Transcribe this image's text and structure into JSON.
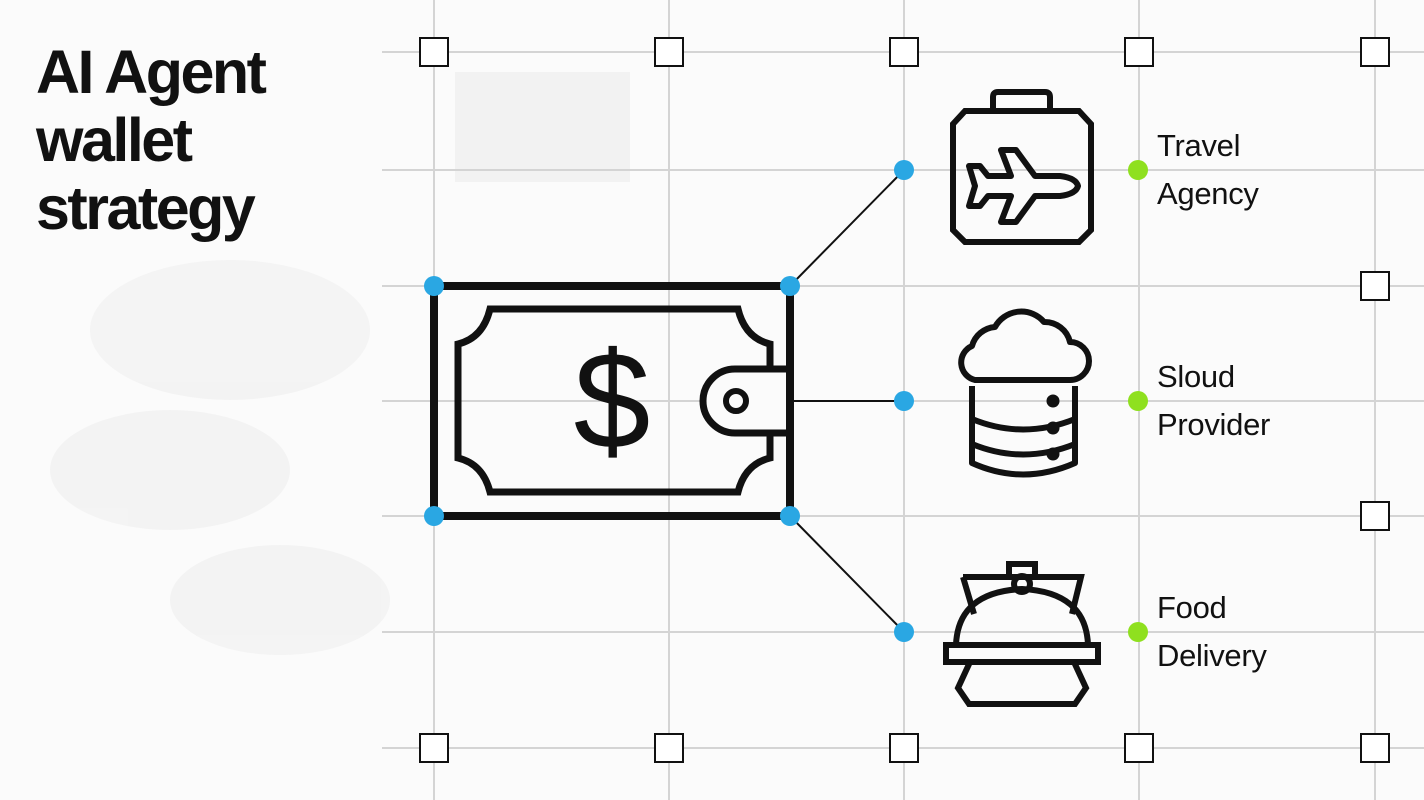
{
  "title": {
    "line1": "AI Agent",
    "line2": "wallet",
    "line3": "strategy"
  },
  "nodes": [
    {
      "id": "travel",
      "icon": "travel-suitcase-icon",
      "line1": "Travel",
      "line2": "Agency"
    },
    {
      "id": "cloud",
      "icon": "cloud-database-icon",
      "line1": "Sloud",
      "line2": "Provider"
    },
    {
      "id": "food",
      "icon": "food-cloche-icon",
      "line1": "Food",
      "line2": "Delivery"
    }
  ],
  "center_icon": "dollar-wallet-icon",
  "colors": {
    "background": "#fbfbfb",
    "grid": "#d4d4d4",
    "stroke": "#111111",
    "anchor_blue": "#2aa7e3",
    "anchor_green": "#8fe01f"
  }
}
